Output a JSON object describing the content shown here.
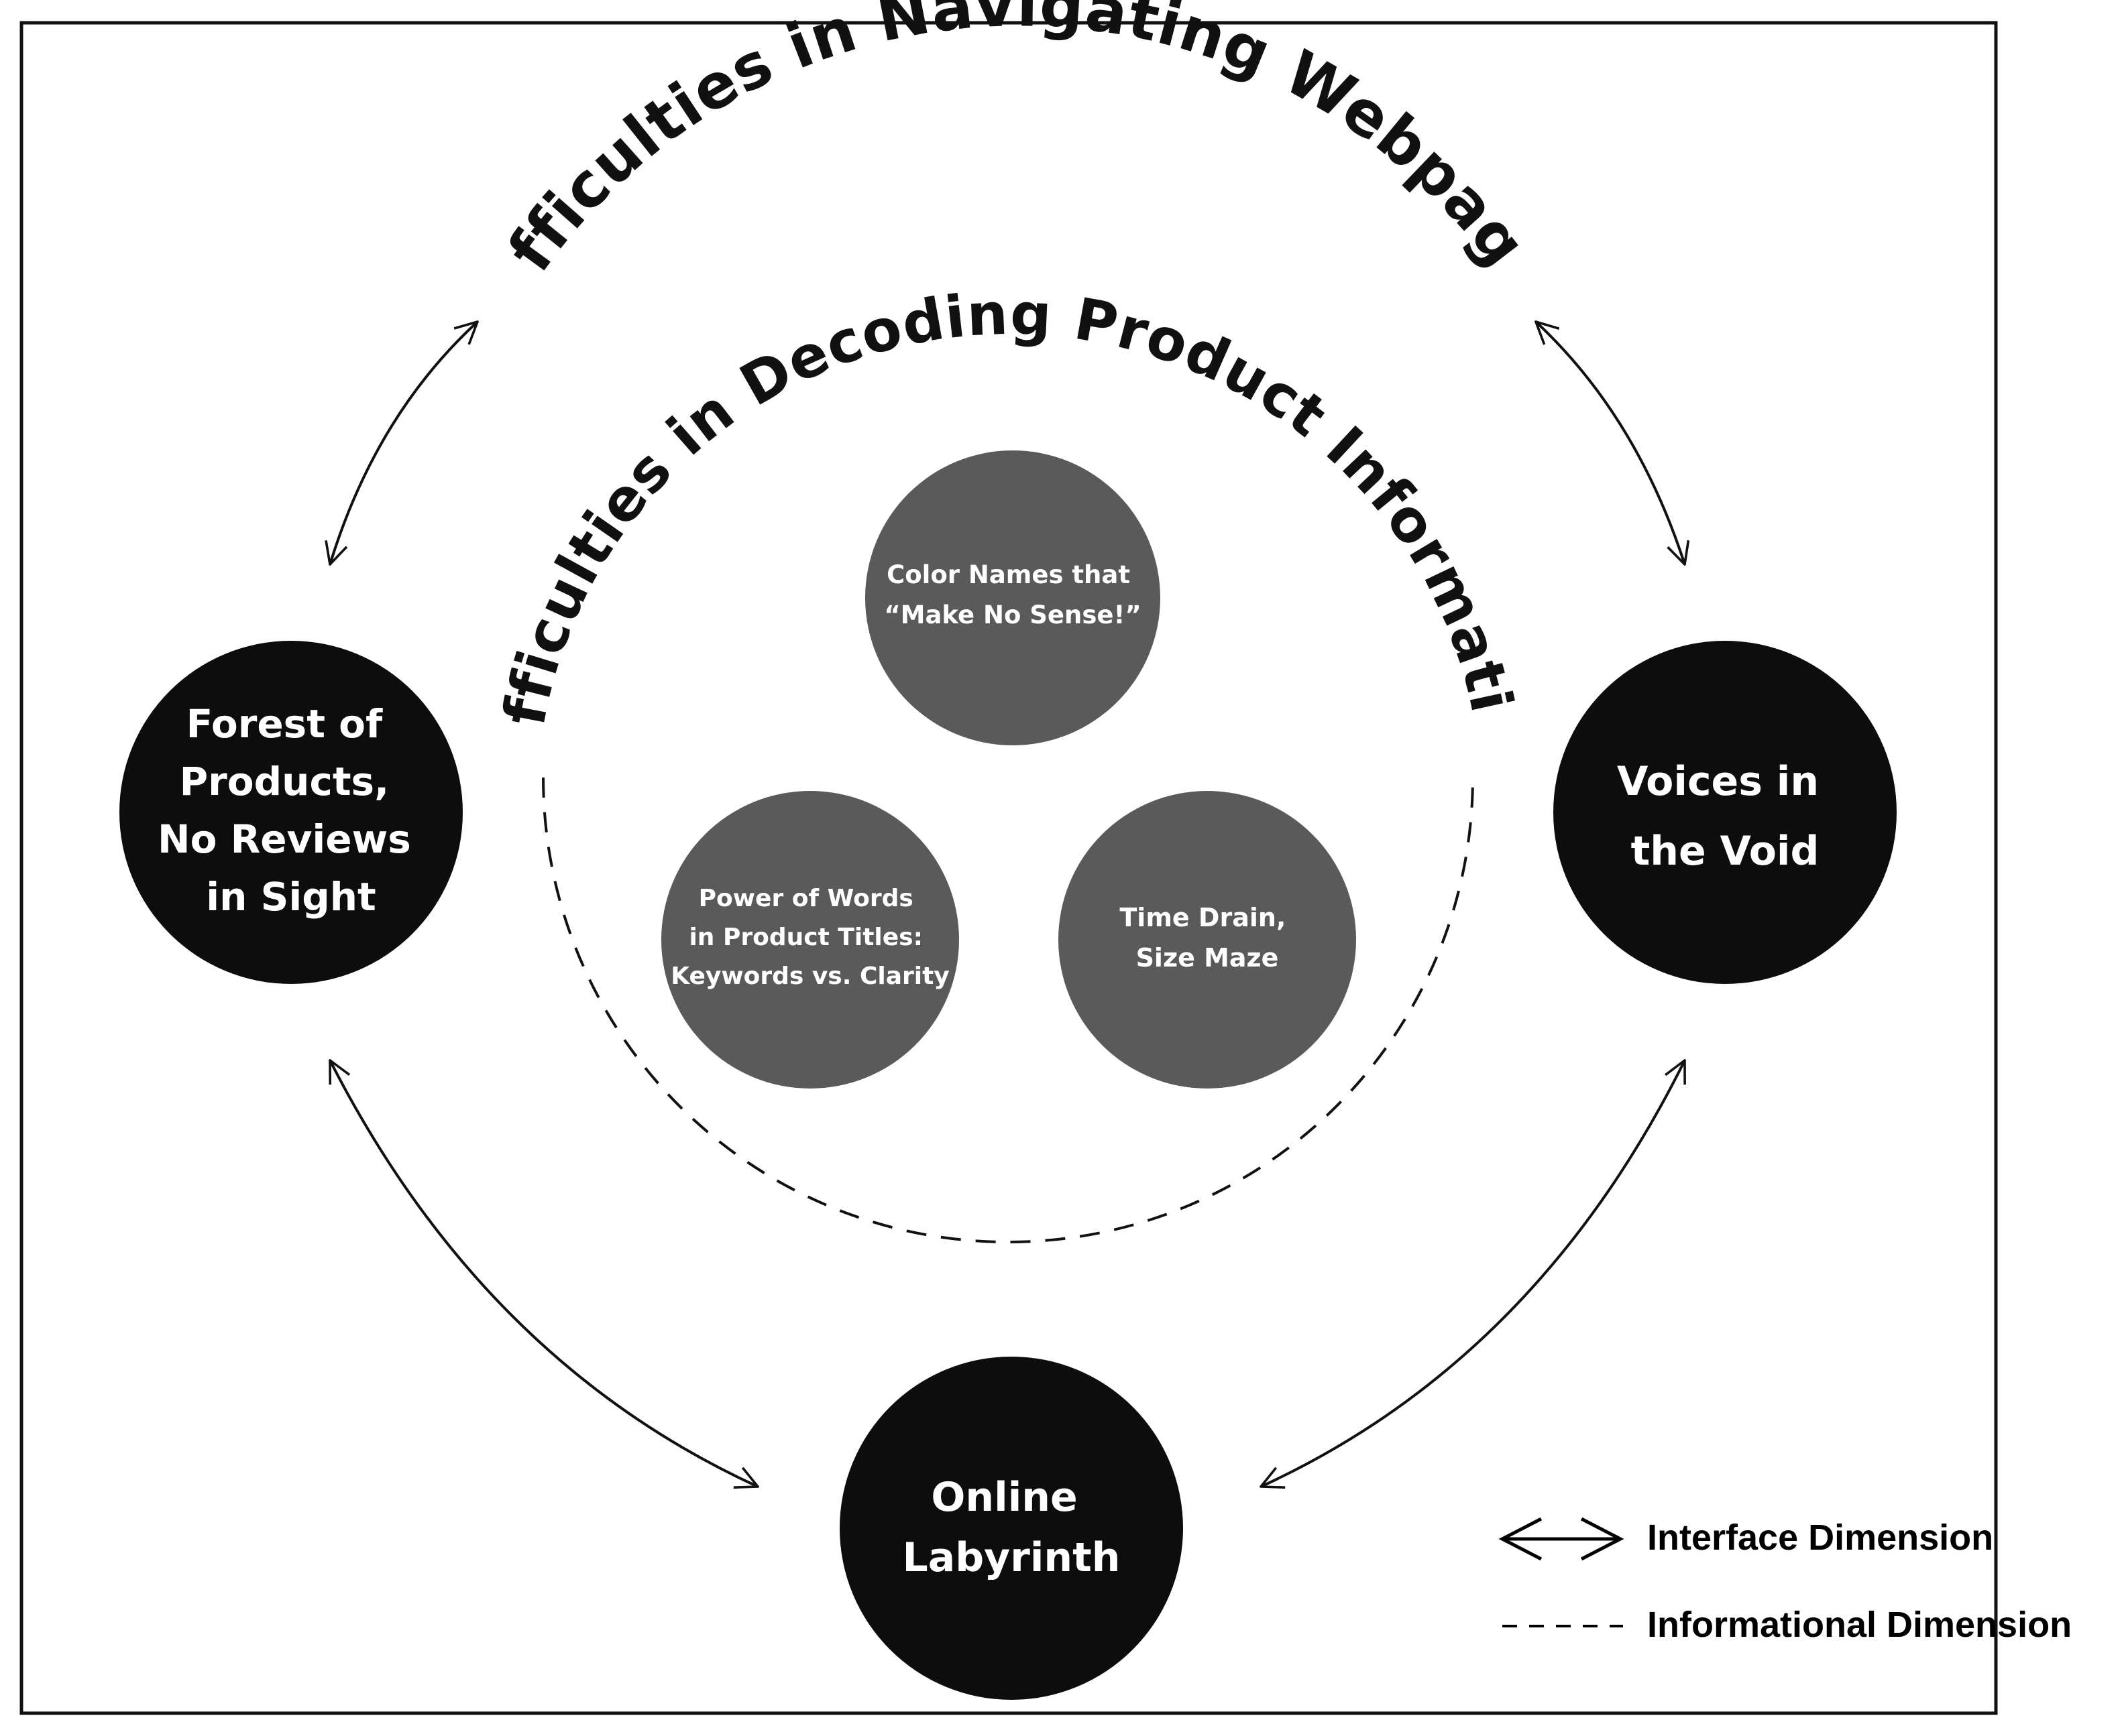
{
  "titles": {
    "outer": "Difficulties in Navigating Webpages",
    "inner": "Difficulties in Decoding Product Information"
  },
  "nodes": {
    "forest": [
      "Forest of",
      "Products,",
      "No Reviews",
      "in Sight"
    ],
    "voices": [
      "Voices in",
      "the Void"
    ],
    "labyrinth": [
      "Online",
      "Labyrinth"
    ],
    "color_names": [
      "Color Names that",
      "“Make No Sense!”"
    ],
    "power_words": [
      "Power of Words",
      "in Product Titles:",
      "Keywords vs. Clarity"
    ],
    "time_drain": [
      "Time Drain,",
      "Size Maze"
    ]
  },
  "legend": {
    "interface": "Interface Dimension",
    "informational": "Informational Dimension"
  },
  "colors": {
    "outer_node": "#0d0d0d",
    "inner_node": "#5a5a5a",
    "line": "#111111"
  }
}
